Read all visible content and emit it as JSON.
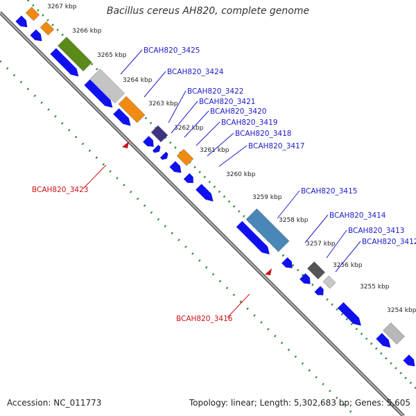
{
  "title": "Bacillus cereus AH820, complete genome",
  "footer": {
    "accession": "Accession: NC_011773",
    "topology": "Topology: linear; Length: 5,302,683 bp; Genes: 5,605"
  },
  "colors": {
    "axis": "#888888",
    "ruler": "#2a8a2a",
    "cds": "#1010ee",
    "forward_label": "#1a1acc",
    "reverse_label": "#cc1111"
  },
  "kbp_marks": [
    "3267 kbp",
    "3266 kbp",
    "3265 kbp",
    "3264 kbp",
    "3263 kbp",
    "3262 kbp",
    "3261 kbp",
    "3260 kbp",
    "3259 kbp",
    "3258 kbp",
    "3257 kbp",
    "3256 kbp",
    "3255 kbp",
    "3254 kbp"
  ],
  "gene_labels": [
    {
      "text": "BCAH820_3425",
      "strand": "forward"
    },
    {
      "text": "BCAH820_3424",
      "strand": "forward"
    },
    {
      "text": "BCAH820_3422",
      "strand": "forward"
    },
    {
      "text": "BCAH820_3421",
      "strand": "forward"
    },
    {
      "text": "BCAH820_3420",
      "strand": "forward"
    },
    {
      "text": "BCAH820_3419",
      "strand": "forward"
    },
    {
      "text": "BCAH820_3418",
      "strand": "forward"
    },
    {
      "text": "BCAH820_3417",
      "strand": "forward"
    },
    {
      "text": "BCAH820_3415",
      "strand": "forward"
    },
    {
      "text": "BCAH820_3414",
      "strand": "forward"
    },
    {
      "text": "BCAH820_3413",
      "strand": "forward"
    },
    {
      "text": "BCAH820_3412",
      "strand": "forward"
    },
    {
      "text": "BCAH820_3423",
      "strand": "reverse"
    },
    {
      "text": "BCAH820_3416",
      "strand": "reverse"
    }
  ]
}
